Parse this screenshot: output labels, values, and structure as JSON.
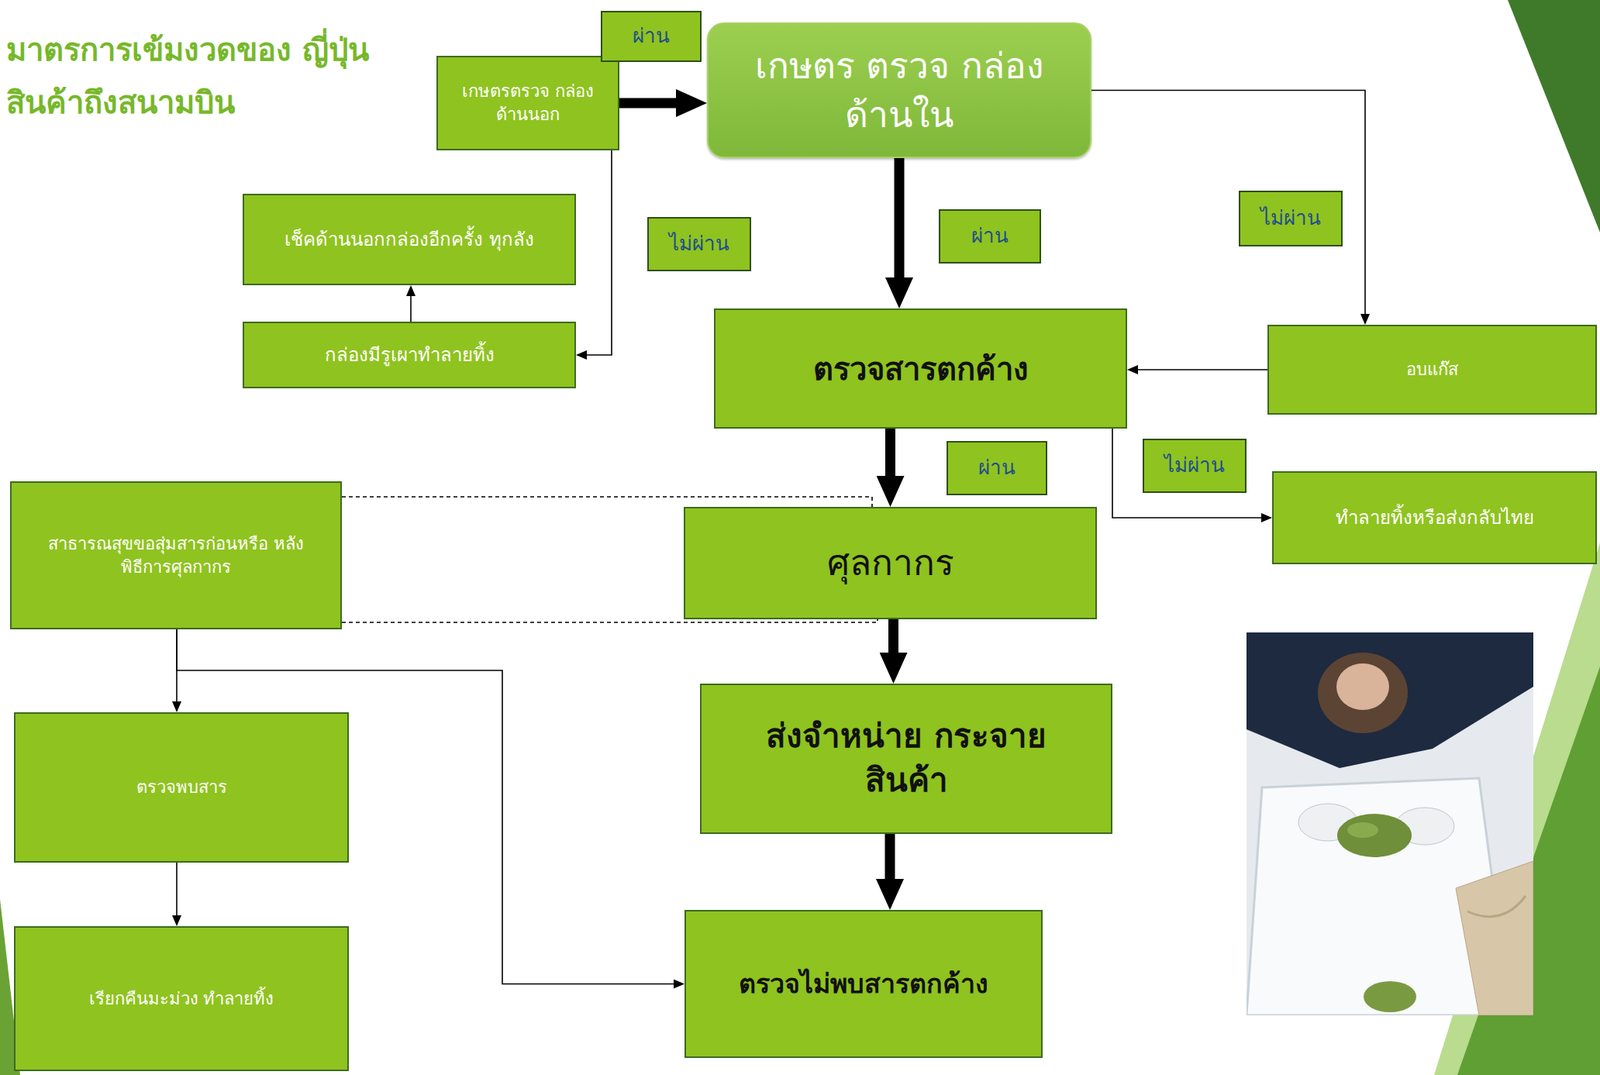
{
  "diagram": {
    "title": "มาตรการเข้มงวดของ ญี่ปุ่น สินค้าถึงสนามบิน",
    "nodes": [
      {
        "text": [
          "เกษตรตรวจ กล่องด้านนอก"
        ]
      },
      {
        "text": [
          "เกษตร ตรวจ กล่องด้านใน"
        ]
      },
      {
        "text": [
          "เช็คด้านนอกกล่องอีกครั้ง ทุกลัง"
        ]
      },
      {
        "text": [
          "กล่องมีรูเผาทำลายทิ้ง"
        ]
      },
      {
        "text": [
          "ตรวจสารตกค้าง"
        ]
      },
      {
        "text": [
          "อบแก๊ส"
        ]
      },
      {
        "text": [
          "ศุลกากร"
        ]
      },
      {
        "text": [
          "ทำลายทิ้งหรือส่งกลับไทย"
        ]
      },
      {
        "text": [
          "สาธารณสุขขอสุ่มสารก่อนหรือ หลัง พิธีการศุลกากร"
        ]
      },
      {
        "text": [
          "ส่งจำหน่าย กระจาย สินค้า"
        ]
      },
      {
        "text": [
          "ตรวจพบสาร"
        ]
      },
      {
        "text": [
          "ตรวจไม่พบสารตกค้าง"
        ]
      },
      {
        "text": [
          "เรียกคืนมะม่วง ทำลายทิ้ง"
        ]
      }
    ],
    "edges": [
      {
        "from": 0,
        "to": 1,
        "label": "ผ่าน",
        "arrow": "to"
      },
      {
        "from": 0,
        "to": 3,
        "label": "ไม่ผ่าน",
        "arrow": "to"
      },
      {
        "from": 3,
        "to": 2,
        "arrow": "to"
      },
      {
        "from": 1,
        "to": 4,
        "label": "ผ่าน",
        "arrow": "to"
      },
      {
        "from": 1,
        "to": 5,
        "label": "ไม่ผ่าน",
        "arrow": "to"
      },
      {
        "from": 5,
        "to": 4,
        "arrow": "to"
      },
      {
        "from": 4,
        "to": 6,
        "label": "ผ่าน",
        "arrow": "to"
      },
      {
        "from": 4,
        "to": 7,
        "label": "ไม่ผ่าน",
        "arrow": "to"
      },
      {
        "from": 8,
        "to": 6,
        "arrow": "none"
      },
      {
        "from": 8,
        "to": 6,
        "arrow": "none"
      },
      {
        "from": 6,
        "to": 9,
        "arrow": "to"
      },
      {
        "from": 8,
        "to": 10,
        "arrow": "to"
      },
      {
        "from": 8,
        "to": 11,
        "arrow": "to"
      },
      {
        "from": 9,
        "to": 11,
        "arrow": "to"
      },
      {
        "from": 10,
        "to": 12,
        "arrow": "to"
      }
    ]
  }
}
